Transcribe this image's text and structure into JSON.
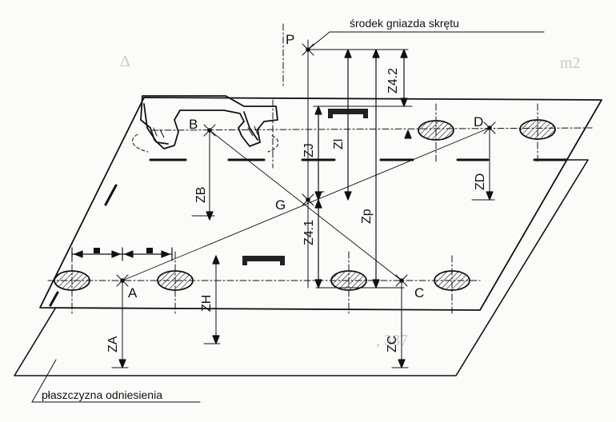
{
  "figure": {
    "caption_top": "środek gniazda skrętu",
    "caption_bottom": "płaszczyzna odniesienia",
    "points": {
      "P": "P",
      "A": "A",
      "B": "B",
      "C": "C",
      "D": "D",
      "G": "G"
    },
    "dimensions": {
      "Z4_2": "Z4.2",
      "ZJ": "ZJ",
      "Zl": "Zl",
      "Zp": "Zp",
      "ZB": "ZB",
      "ZD": "ZD",
      "Z4_1": "Z4.1",
      "ZH": "ZH",
      "ZA": "ZA",
      "ZC": "ZC"
    }
  }
}
